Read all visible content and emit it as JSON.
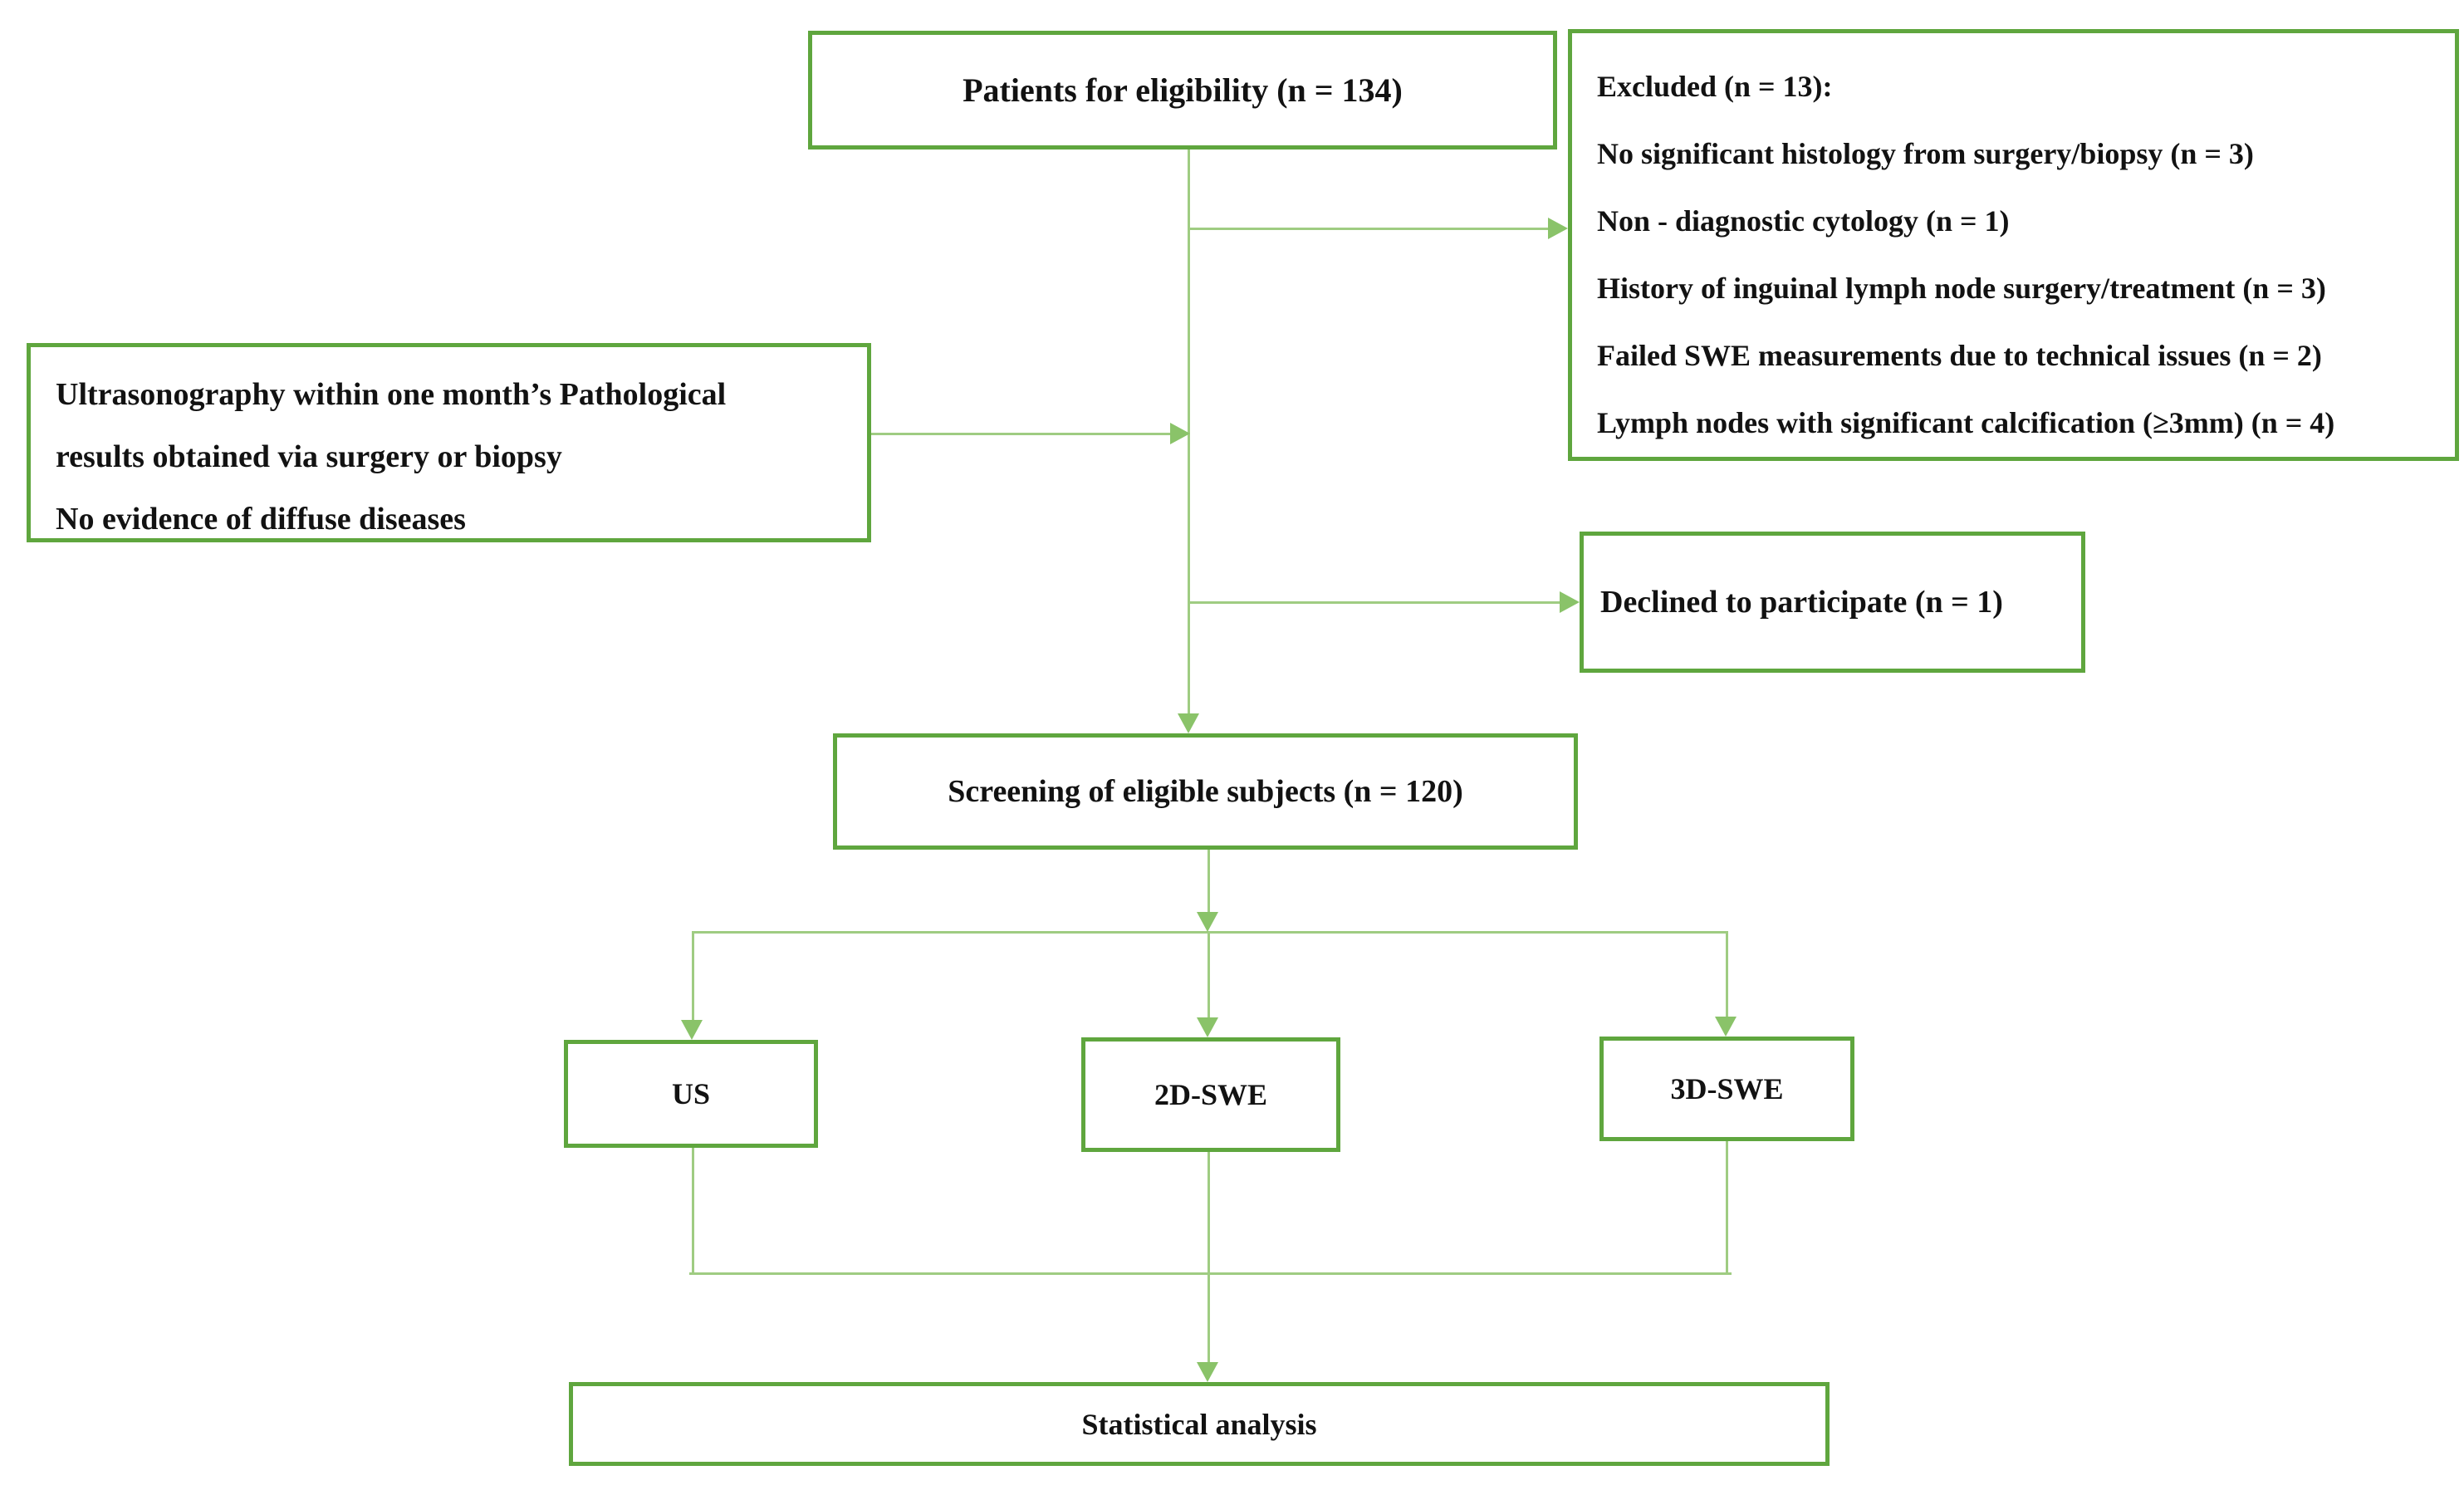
{
  "flow": {
    "patients": {
      "label": "Patients for eligibility (n = 134)"
    },
    "excluded": {
      "title": "Excluded (n = 13):",
      "reasons": [
        "No significant histology from surgery/biopsy (n = 3)",
        "Non - diagnostic cytology (n = 1)",
        "History of inguinal lymph node surgery/treatment (n = 3)",
        "Failed SWE measurements due to technical issues (n = 2)",
        "Lymph nodes with significant calcification (≥3mm) (n = 4)"
      ]
    },
    "criteria": {
      "lines": [
        "Ultrasonography within one month’s Pathological",
        "results obtained via surgery or biopsy",
        "No evidence of diffuse diseases"
      ]
    },
    "declined": {
      "label": "Declined to participate (n = 1)"
    },
    "screening": {
      "label": "Screening of eligible subjects (n = 120)"
    },
    "arms": [
      {
        "label": "US"
      },
      {
        "label": "2D-SWE"
      },
      {
        "label": "3D-SWE"
      }
    ],
    "statistical": {
      "label": "Statistical analysis"
    }
  },
  "colors": {
    "box_border": "#5fa63e",
    "connector_line": "#9fcc82",
    "arrowhead": "#8ac369",
    "text": "#121212"
  }
}
